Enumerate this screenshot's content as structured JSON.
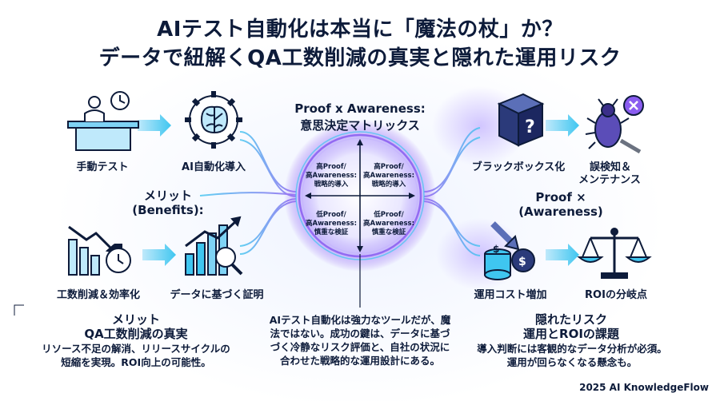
{
  "title": {
    "line1": "AIテスト自動化は本当に「魔法の杖」か？",
    "line2": "データで紐解くQA工数削減の真実と隠れた運用リスク"
  },
  "left": {
    "manual_test": "手動テスト",
    "ai_adoption": "AI自動化導入",
    "merit_heading_line1": "メリット",
    "merit_heading_line2": "(Benefits):",
    "cost_reduction": "工数削減＆効率化",
    "data_proof": "データに基づく証明",
    "bottom_title1": "メリット",
    "bottom_title2": "QA工数削減の真実",
    "bottom_desc1": "リソース不足の解消、リリースサイクルの",
    "bottom_desc2": "短縮を実現。ROI向上の可能性。"
  },
  "center": {
    "matrix_title1": "Proof x Awareness:",
    "matrix_title2": "意思決定マトリックス",
    "q_top_left": [
      "高Proof/",
      "高Awareness:",
      "戦略的導入"
    ],
    "q_top_right": [
      "高Proof/",
      "高Awareness:",
      "戦略的導入"
    ],
    "q_bottom_left": [
      "低Proof/",
      "高Awareness:",
      "慎重な検証"
    ],
    "q_bottom_right": [
      "低Proof/",
      "高Awareness:",
      "慎重な検証"
    ],
    "desc1": "AIテスト自動化は強力なツールだが、魔",
    "desc2": "法ではない。成功の鍵は、データに基づ",
    "desc3": "づく冷静なリスク評価と、自社の状況に",
    "desc4": "合わせた戦略的な運用設計にある。"
  },
  "right": {
    "black_box": "ブラックボックス化",
    "false_detect1": "誤検知＆",
    "false_detect2": "メンテナンス",
    "proof_heading1": "Proof ×",
    "proof_heading2": "(Awareness)",
    "ops_cost": "運用コスト増加",
    "roi_point": "ROIの分岐点",
    "bottom_title1": "隠れたリスク",
    "bottom_title2": "運用とROIの課題",
    "bottom_desc1": "導入判断には客観的なデータ分析が必須。",
    "bottom_desc2": "運用が回らなくなる懸念も。"
  },
  "footer": "2025 AI KnowledgeFlow",
  "colors": {
    "navy": "#0d1b3a",
    "cyan": "#3fc6f0",
    "violet": "#8a5cf0",
    "blue": "#2f6fe0"
  }
}
